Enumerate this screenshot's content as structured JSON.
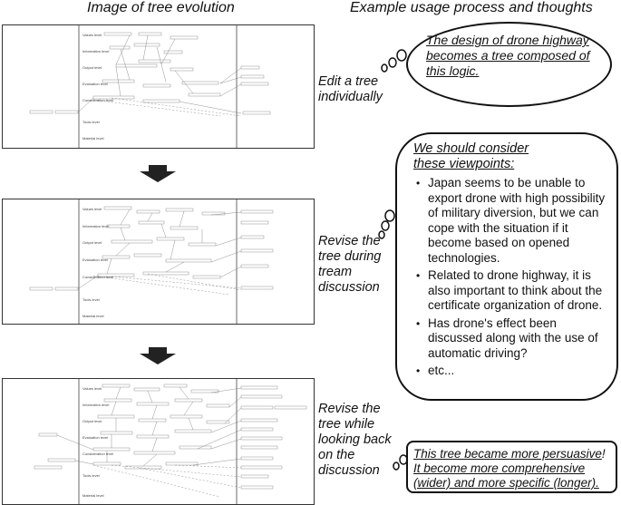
{
  "headers": {
    "left": "Image of tree evolution",
    "right": "Example usage process and thoughts"
  },
  "steps": [
    {
      "lines": [
        "Edit a tree",
        "individually"
      ]
    },
    {
      "lines": [
        "Revise the",
        "tree during",
        "tream",
        "discussion"
      ]
    },
    {
      "lines": [
        "Revise the",
        "tree while",
        "looking back",
        "on the",
        "discussion"
      ]
    }
  ],
  "bubble1": {
    "lines": [
      "The design of drone highway",
      "becomes a tree composed of",
      "this logic."
    ]
  },
  "bubble2": {
    "title_lines": [
      "We should consider",
      "these viewpoints:"
    ],
    "bullets": [
      "Japan seems to be unable to export drone with high possibility of military diversion, but we can cope with the situation if it become based on opened technologies.",
      "Related to drone highway, it is also important to think about the certificate organization of drone.",
      "Has drone's effect been discussed along with the use of automatic driving?",
      "etc..."
    ]
  },
  "bubble3": {
    "line1_a": "This tree became more persuasive",
    "line1_b": "!",
    "line2": "It become more comprehensive",
    "line3": "(wider) and more specific (longer)."
  },
  "panels": [
    {
      "row_labels": [
        "Values level",
        "Information level",
        "Output level",
        "Evaluation level",
        "Consideration level",
        "Tools level",
        "Material level"
      ]
    },
    {
      "row_labels": [
        "Values level",
        "Information level",
        "Output level",
        "Evaluation level",
        "Consideration level",
        "Tools level",
        "Material level"
      ]
    },
    {
      "row_labels": [
        "Values level",
        "Information level",
        "Output level",
        "Evaluation level",
        "Consideration level",
        "Tools level",
        "Material level"
      ]
    }
  ]
}
